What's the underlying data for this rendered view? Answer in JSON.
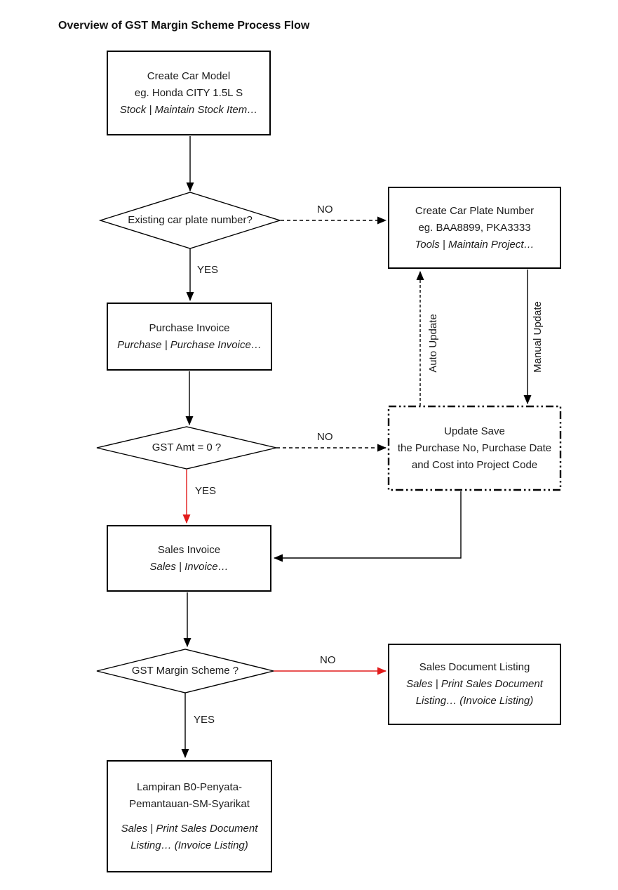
{
  "title": "Overview of GST Margin Scheme Process Flow",
  "colors": {
    "line": "#000000",
    "accent_arrow_red": "#e21b1b",
    "background": "#ffffff",
    "text": "#1c1c1c"
  },
  "boxes": {
    "create_car_model": {
      "name": "Create Car Model",
      "example": "eg. Honda CITY 1.5L S",
      "menu_path": "Stock | Maintain Stock Item…"
    },
    "create_car_plate_number": {
      "name": "Create Car Plate Number",
      "example": "eg. BAA8899, PKA3333",
      "menu_path": "Tools | Maintain Project…"
    },
    "purchase_invoice": {
      "name": "Purchase Invoice",
      "menu_path": "Purchase | Purchase Invoice…"
    },
    "update_save": {
      "line1": "Update Save",
      "line2": "the Purchase No, Purchase Date",
      "line3": "and Cost into Project Code"
    },
    "sales_invoice": {
      "name": "Sales Invoice",
      "menu_path": "Sales | Invoice…"
    },
    "sales_document_listing": {
      "name": "Sales Document Listing",
      "menu_path_line1": "Sales | Print Sales Document",
      "menu_path_line2": "Listing… (Invoice Listing)"
    },
    "lampiran_report": {
      "name_line1": "Lampiran B0-Penyata-",
      "name_line2": "Pemantauan-SM-Syarikat",
      "menu_path_line1": "Sales | Print Sales Document",
      "menu_path_line2": "Listing… (Invoice Listing)"
    }
  },
  "decisions": {
    "existing_car_plate": {
      "question": "Existing car plate number?",
      "no_label": "NO",
      "yes_label": "YES"
    },
    "gst_amt_zero": {
      "question": "GST Amt = 0 ?",
      "no_label": "NO",
      "yes_label": "YES"
    },
    "gst_margin_scheme": {
      "question": "GST Margin Scheme ?",
      "no_label": "NO",
      "yes_label": "YES"
    }
  },
  "edge_labels": {
    "auto_update": "Auto Update",
    "manual_update": "Manual Update"
  }
}
